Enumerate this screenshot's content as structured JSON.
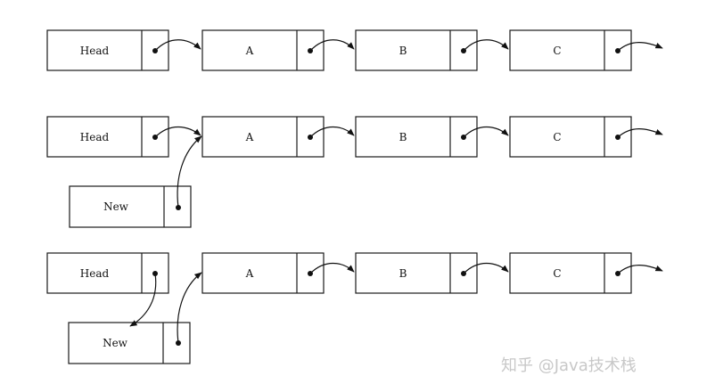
{
  "rows": [
    {
      "nodes": [
        "Head",
        "A",
        "B",
        "C"
      ]
    },
    {
      "nodes": [
        "Head",
        "A",
        "B",
        "C"
      ],
      "new_node": "New"
    },
    {
      "nodes": [
        "Head",
        "A",
        "B",
        "C"
      ],
      "new_node": "New"
    }
  ],
  "watermark": "知乎 @Java技术栈"
}
